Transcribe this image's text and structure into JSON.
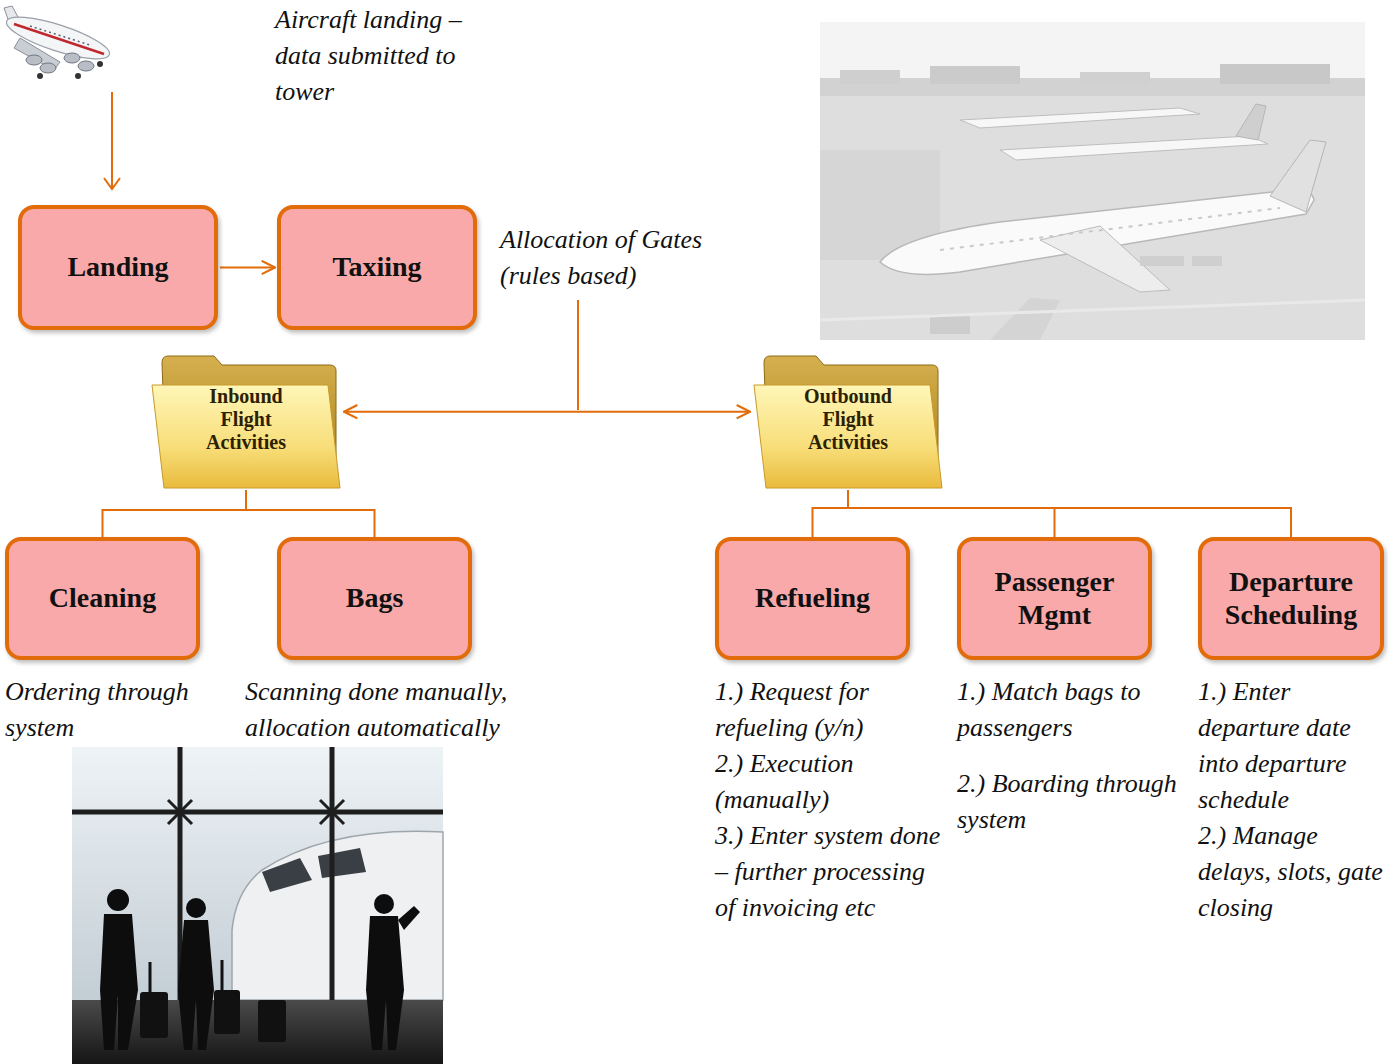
{
  "diagram": {
    "nodes": [
      {
        "text": [
          "Landing"
        ]
      },
      {
        "text": [
          "Taxiing"
        ]
      },
      {
        "text": [
          "Inbound Flight Activities"
        ]
      },
      {
        "text": [
          "Outbound Flight Activities"
        ]
      },
      {
        "text": [
          "Cleaning"
        ]
      },
      {
        "text": [
          "Bags"
        ]
      },
      {
        "text": [
          "Refueling"
        ]
      },
      {
        "text": [
          "Passenger Mgmt"
        ]
      },
      {
        "text": [
          "Departure Scheduling"
        ]
      }
    ],
    "edges": [
      {
        "from": 0,
        "to": 1,
        "arrow": "to"
      },
      {
        "from": 2,
        "to": 3,
        "arrow": "both"
      },
      {
        "from": 2,
        "to": 4,
        "arrow": "none"
      },
      {
        "from": 2,
        "to": 5,
        "arrow": "none"
      },
      {
        "from": 3,
        "to": 6,
        "arrow": "none"
      },
      {
        "from": 3,
        "to": 7,
        "arrow": "none"
      },
      {
        "from": 3,
        "to": 8,
        "arrow": "none"
      }
    ],
    "labels": [
      "Aircraft landing – data submitted to tower",
      "Allocation of Gates (rules based)",
      "Ordering through system",
      "Scanning done manually, allocation automatically",
      "1.) Request for refueling (y/n)",
      "2.) Execution (manually)",
      "3.) Enter system done – further processing of invoicing etc",
      "1.) Match bags to passengers",
      "2.) Boarding through system",
      "1.) Enter departure date into departure schedule",
      "2.) Manage delays, slots, gate closing"
    ]
  }
}
